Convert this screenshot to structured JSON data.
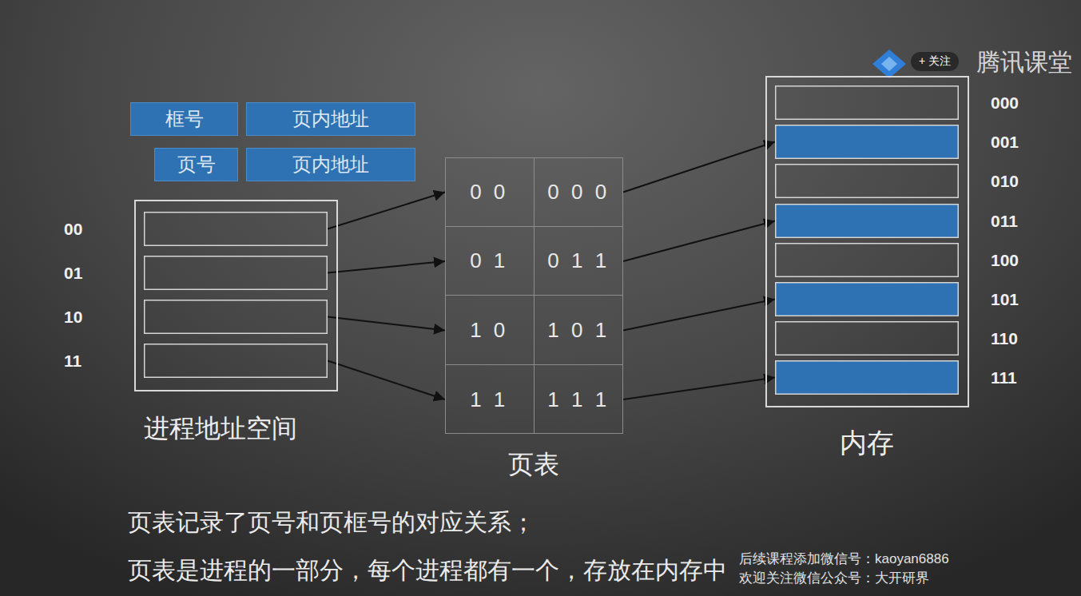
{
  "diagram": {
    "nodes": [
      {
        "text": [
          "框号"
        ]
      },
      {
        "text": [
          "页内地址"
        ]
      },
      {
        "text": [
          "页号"
        ]
      },
      {
        "text": [
          "页内地址"
        ]
      },
      {
        "text": [
          "进程地址空间"
        ]
      },
      {
        "text": [
          "00"
        ],
        "in": 4
      },
      {
        "text": [
          "01"
        ],
        "in": 4
      },
      {
        "text": [
          "10"
        ],
        "in": 4
      },
      {
        "text": [
          "11"
        ],
        "in": 4
      },
      {
        "text": [
          "页表"
        ]
      },
      {
        "text": [
          "0 0",
          "0 0 0"
        ],
        "in": 9
      },
      {
        "text": [
          "0 1",
          "0 1 1"
        ],
        "in": 9
      },
      {
        "text": [
          "1 0",
          "1 0 1"
        ],
        "in": 9
      },
      {
        "text": [
          "1 1",
          "1 1 1"
        ],
        "in": 9
      },
      {
        "text": [
          "内存"
        ]
      },
      {
        "text": [
          "000"
        ],
        "in": 14
      },
      {
        "text": [
          "001"
        ],
        "in": 14
      },
      {
        "text": [
          "010"
        ],
        "in": 14
      },
      {
        "text": [
          "011"
        ],
        "in": 14
      },
      {
        "text": [
          "100"
        ],
        "in": 14
      },
      {
        "text": [
          "101"
        ],
        "in": 14
      },
      {
        "text": [
          "110"
        ],
        "in": 14
      },
      {
        "text": [
          "111"
        ],
        "in": 14
      }
    ],
    "edges": [
      {
        "from": 5,
        "to": 10,
        "arrow": "to"
      },
      {
        "from": 6,
        "to": 11,
        "arrow": "to"
      },
      {
        "from": 7,
        "to": 12,
        "arrow": "to"
      },
      {
        "from": 8,
        "to": 13,
        "arrow": "to"
      },
      {
        "from": 10,
        "to": 16,
        "arrow": "to"
      },
      {
        "from": 11,
        "to": 18,
        "arrow": "to"
      },
      {
        "from": 12,
        "to": 20,
        "arrow": "to"
      },
      {
        "from": 13,
        "to": 22,
        "arrow": "to"
      }
    ],
    "labels": [
      "腾讯课堂",
      "+ 关注",
      "页表记录了页号和页框号的对应关系；",
      "页表是进程的一部分，每个进程都有一个，存放在内存中",
      "后续课程添加微信号：kaoyan6886",
      "欢迎关注微信公众号：大开研界"
    ]
  }
}
